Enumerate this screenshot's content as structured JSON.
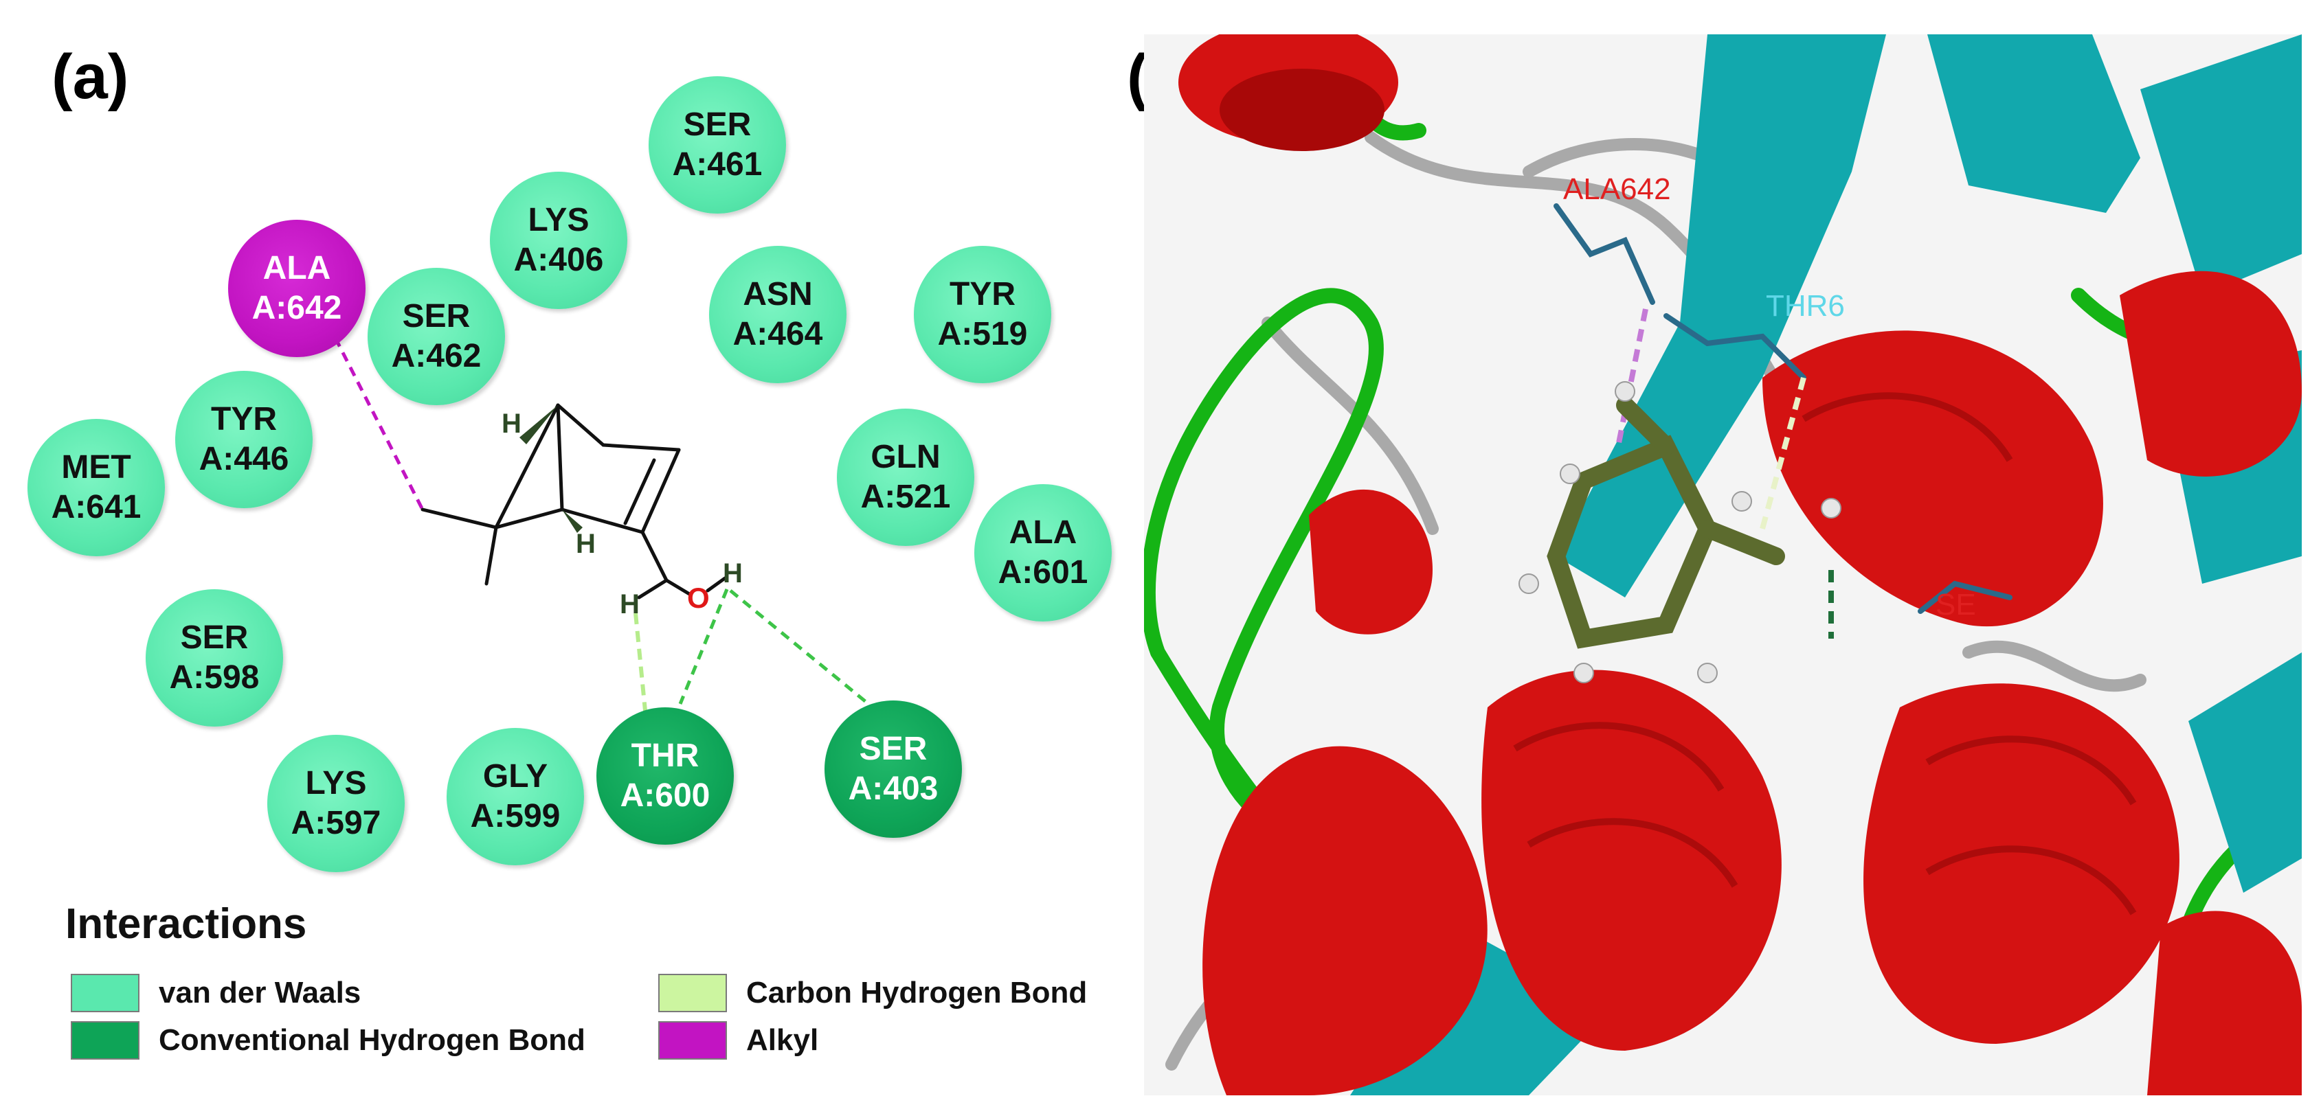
{
  "panels": {
    "a": "(a)",
    "b": "(b)"
  },
  "colors": {
    "van_der_waals": "#5ae8ae",
    "conventional_hbond": "#0ea457",
    "carbon_hbond": "#ccf5a0",
    "alkyl": "#c214c2"
  },
  "residues": {
    "ser461": {
      "name": "SER",
      "id": "A:461"
    },
    "lys406": {
      "name": "LYS",
      "id": "A:406"
    },
    "ala642": {
      "name": "ALA",
      "id": "A:642"
    },
    "ser462": {
      "name": "SER",
      "id": "A:462"
    },
    "asn464": {
      "name": "ASN",
      "id": "A:464"
    },
    "tyr519": {
      "name": "TYR",
      "id": "A:519"
    },
    "tyr446": {
      "name": "TYR",
      "id": "A:446"
    },
    "met641": {
      "name": "MET",
      "id": "A:641"
    },
    "gln521": {
      "name": "GLN",
      "id": "A:521"
    },
    "ala601": {
      "name": "ALA",
      "id": "A:601"
    },
    "ser598": {
      "name": "SER",
      "id": "A:598"
    },
    "lys597": {
      "name": "LYS",
      "id": "A:597"
    },
    "gly599": {
      "name": "GLY",
      "id": "A:599"
    },
    "thr600": {
      "name": "THR",
      "id": "A:600"
    },
    "ser403": {
      "name": "SER",
      "id": "A:403"
    }
  },
  "ligand_atoms": {
    "h": "H",
    "o": "O"
  },
  "legend": {
    "title": "Interactions",
    "van_der_waals": "van der Waals",
    "conventional_hbond": "Conventional Hydrogen Bond",
    "carbon_hbond": "Carbon Hydrogen Bond",
    "alkyl": "Alkyl"
  },
  "scene_labels": {
    "ala642": "ALA642",
    "thr6": "THR6",
    "se": "SE"
  }
}
